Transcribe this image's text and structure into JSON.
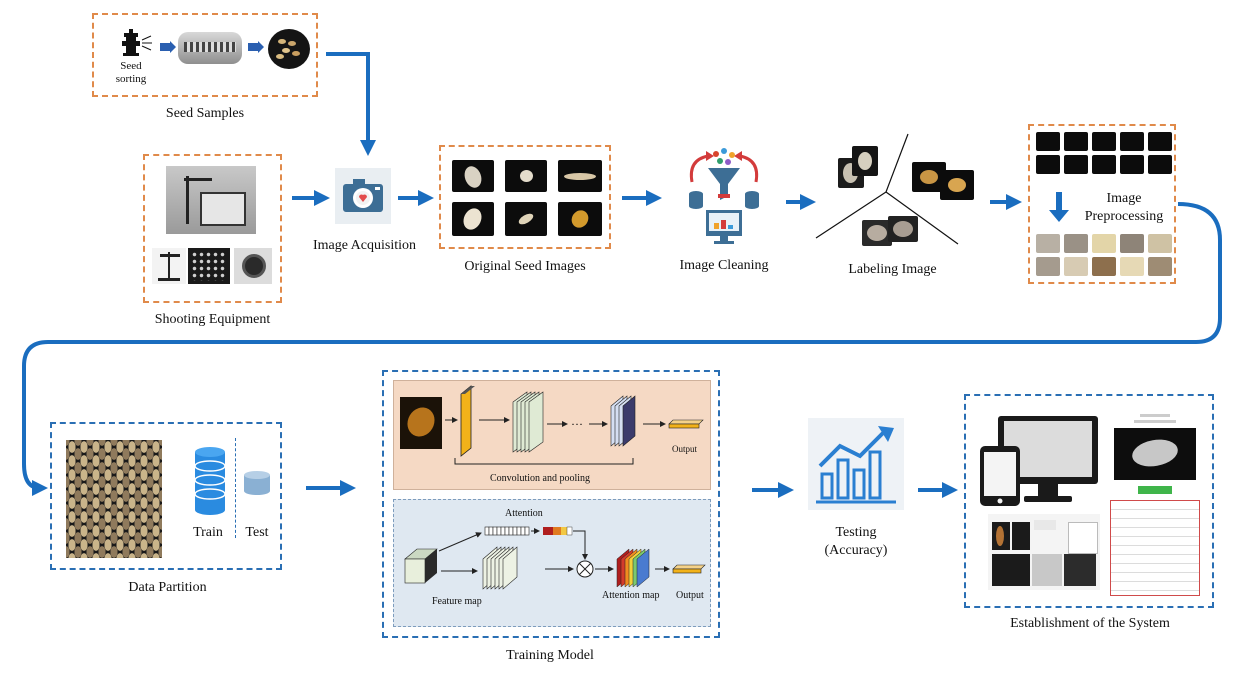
{
  "labels": {
    "seed_sorting": "Seed sorting",
    "seed_samples": "Seed Samples",
    "shooting_equipment": "Shooting Equipment",
    "image_acquisition": "Image Acquisition",
    "original_seed_images": "Original Seed Images",
    "image_cleaning": "Image Cleaning",
    "labeling_image": "Labeling Image",
    "image_preprocessing": "Image Preprocessing",
    "data_partition": "Data Partition",
    "train": "Train",
    "test": "Test",
    "training_model": "Training Model",
    "convolution_and_pooling": "Convolution and pooling",
    "output_top": "Output",
    "attention": "Attention",
    "feature_map": "Feature map",
    "attention_map": "Attention map",
    "output_bottom": "Output",
    "testing": "Testing",
    "accuracy": "(Accuracy)",
    "establishment": "Establishment of the System"
  },
  "icons": [
    "hydrant-icon",
    "camera-icon",
    "funnel-icon",
    "database-icon",
    "monitor-icon",
    "phone-icon",
    "bar-chart-icon",
    "arrow-icon"
  ],
  "colors": {
    "flow_arrow": "#1a6dbf",
    "orange_dash": "#e08a4a",
    "blue_dash": "#2a6fb4",
    "cnn_panel": "#f5d9c4",
    "attention_panel": "#dfe8f1"
  }
}
